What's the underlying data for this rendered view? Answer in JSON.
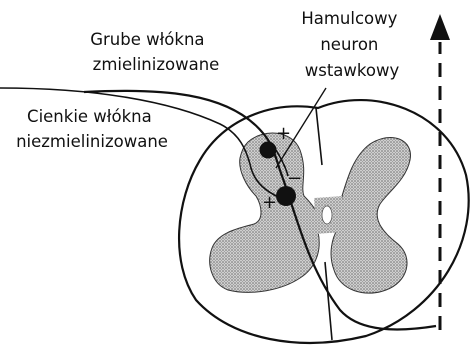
{
  "labels": {
    "thick_fibers": [
      "Grube włókna",
      "zmielinizowane"
    ],
    "thin_fibers": [
      "Cienkie włókna",
      "niezmielinizowane"
    ],
    "interneuron": [
      "Hamulcowy",
      "neuron",
      "wstawkowy"
    ]
  },
  "signs": {
    "excitatory": "+",
    "inhibitory": "−"
  },
  "colors": {
    "ink": "#111111",
    "grey_matter": "#bdbdbd",
    "background": "#ffffff"
  }
}
